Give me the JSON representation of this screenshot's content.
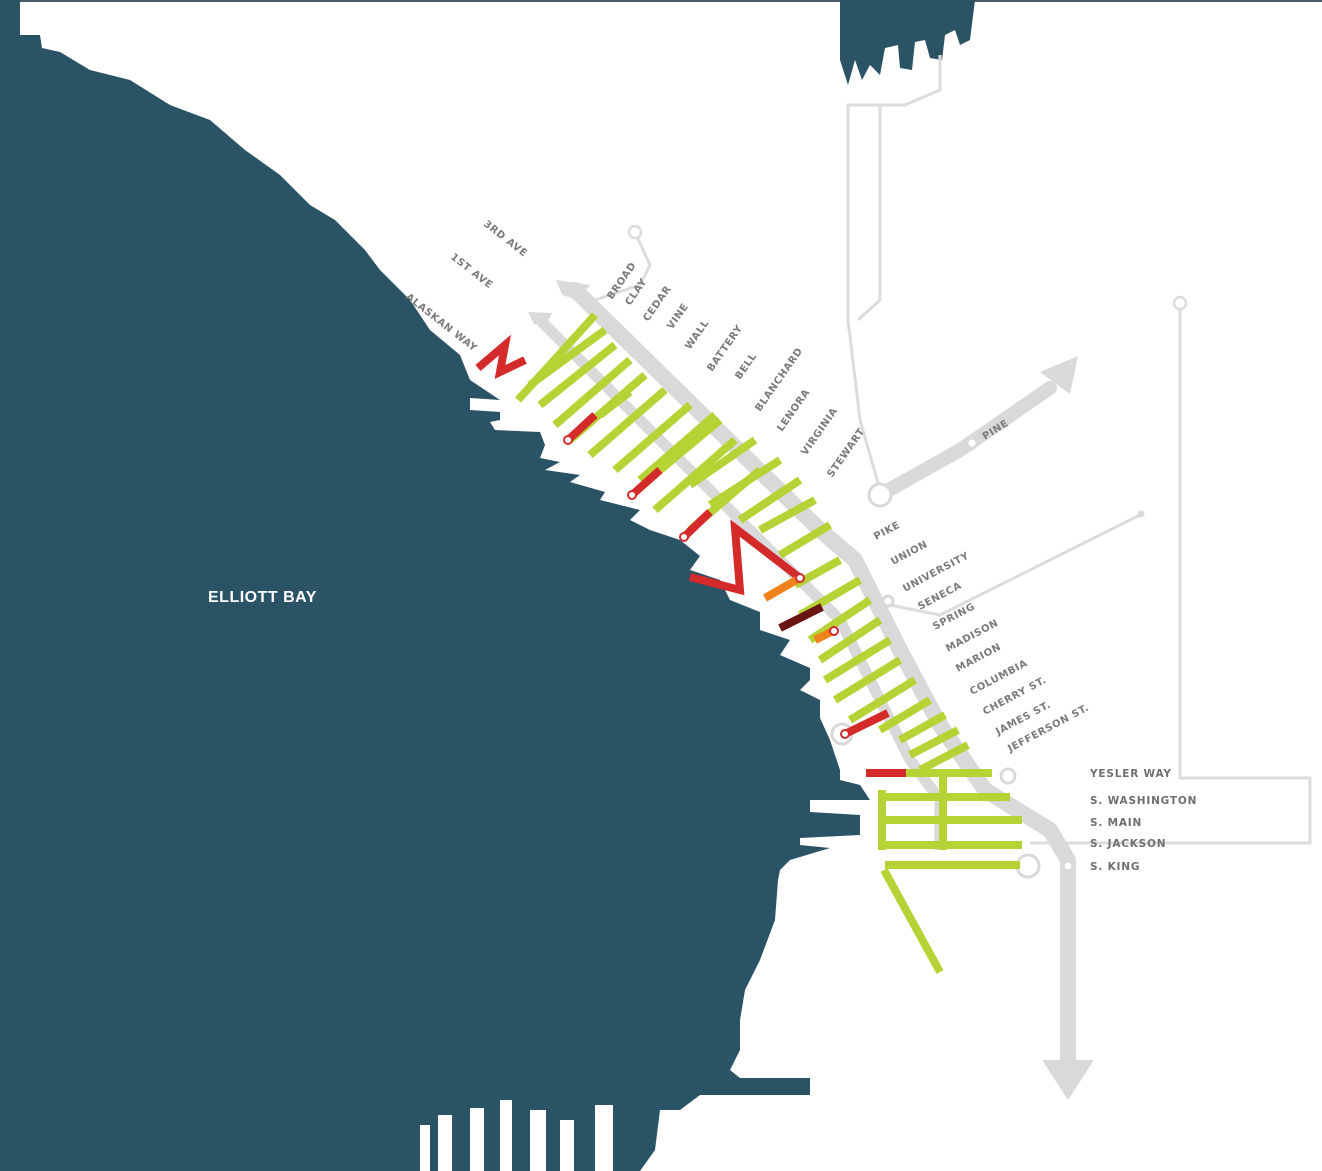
{
  "map": {
    "water_label": "ELLIOTT BAY",
    "avenues": [
      "3RD AVE",
      "1ST AVE",
      "ALASKAN WAY"
    ],
    "north_streets": [
      "BROAD",
      "CLAY",
      "CEDAR",
      "VINE",
      "WALL",
      "BATTERY",
      "BELL",
      "BLANCHARD",
      "LENORA",
      "VIRGINIA",
      "STEWART"
    ],
    "pine_label": "PINE",
    "downtown_streets": [
      "PIKE",
      "UNION",
      "UNIVERSITY",
      "SENECA",
      "SPRING",
      "MADISON",
      "MARION",
      "COLUMBIA",
      "CHERRY ST.",
      "JAMES ST.",
      "JEFFERSON ST."
    ],
    "south_streets": [
      "YESLER WAY",
      "S. WASHINGTON",
      "S. MAIN",
      "S. JACKSON",
      "S. KING"
    ]
  },
  "colors": {
    "water": "#2b5366",
    "route_gray": "#d9d9d9",
    "thin_line": "#dcdcdc",
    "green": "#b5d334",
    "red": "#d42a2a",
    "orange": "#f0821e",
    "dark_red": "#6b1414"
  }
}
